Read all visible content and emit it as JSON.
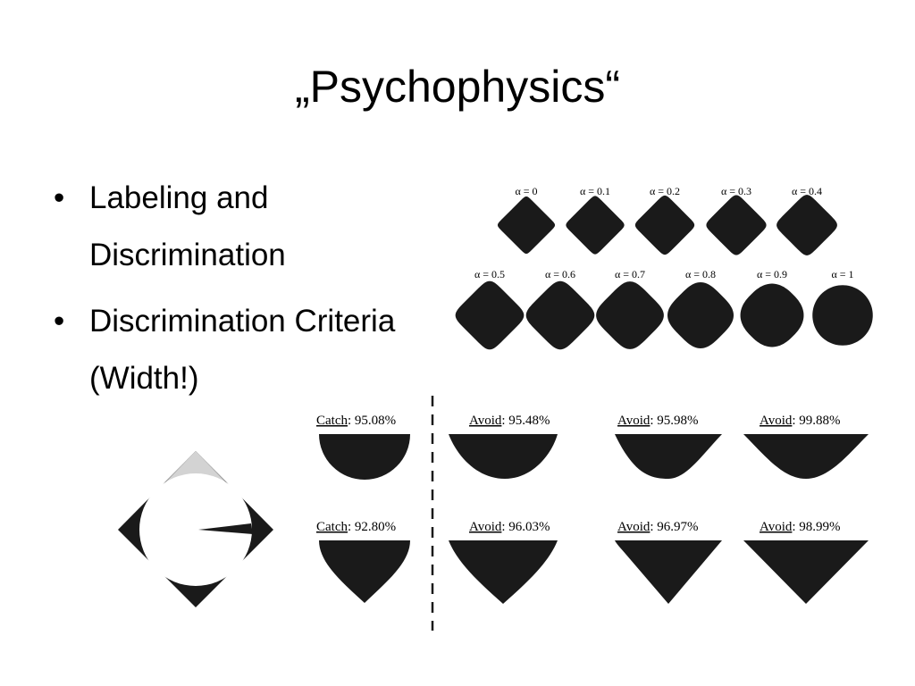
{
  "title": "„Psychophysics“",
  "bullets": [
    "Labeling and Discrimination",
    "Discrimination Criteria (Width!)"
  ],
  "alpha_row_1": [
    "α = 0",
    "α = 0.1",
    "α = 0.2",
    "α = 0.3",
    "α = 0.4"
  ],
  "alpha_row_2": [
    "α = 0.5",
    "α = 0.6",
    "α = 0.7",
    "α = 0.8",
    "α = 0.9",
    "α = 1"
  ],
  "results_row_1": [
    {
      "kind": "Catch",
      "value": ": 95.08%"
    },
    {
      "kind": "Avoid",
      "value": ": 95.48%"
    },
    {
      "kind": "Avoid",
      "value": ": 95.98%"
    },
    {
      "kind": "Avoid",
      "value": ": 99.88%"
    }
  ],
  "results_row_2": [
    {
      "kind": "Catch",
      "value": ": 92.80%"
    },
    {
      "kind": "Avoid",
      "value": ": 96.03%"
    },
    {
      "kind": "Avoid",
      "value": ": 96.97%"
    },
    {
      "kind": "Avoid",
      "value": ": 98.99%"
    }
  ],
  "colors": {
    "shape": "#1a1a1a",
    "grey": "#d3d3d3",
    "text": "#000000"
  }
}
